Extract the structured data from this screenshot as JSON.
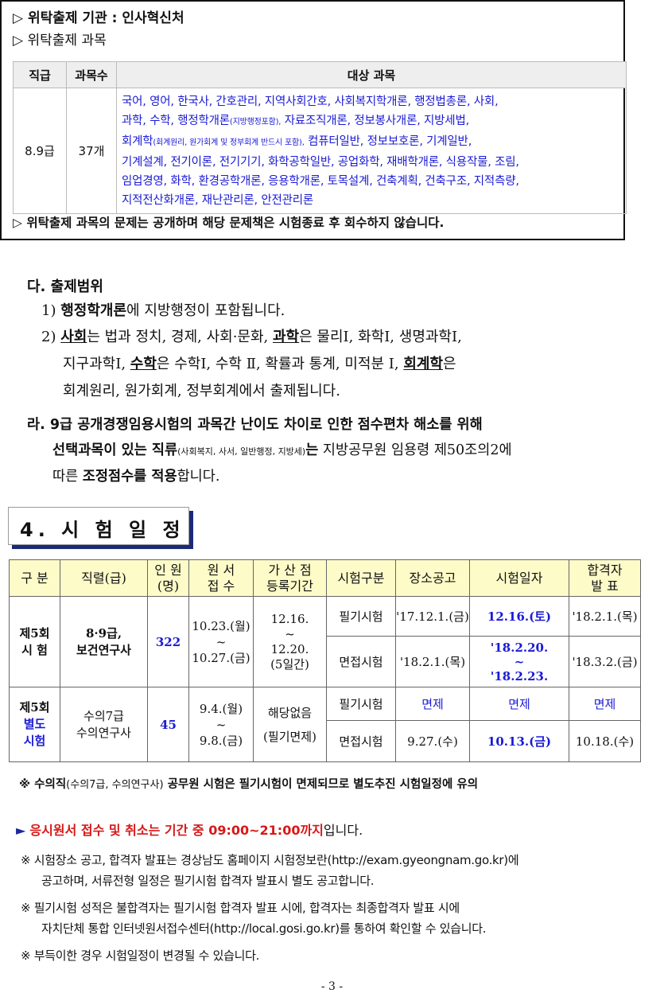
{
  "box1": {
    "org_line": "▷ 위탁출제 기관 : 인사혁신처",
    "subjects_line": "▷ 위탁출제 과목",
    "table": {
      "headers": [
        "직급",
        "과목수",
        "대상 과목"
      ],
      "row": {
        "grade": "8.9급",
        "count": "37개",
        "subjects_lines": [
          "국어, 영어, 한국사, 간호관리, 지역사회간호, 사회복지학개론, 행정법총론, 사회,",
          "과학, 수학, 행정학개론",
          "(지방행정포함),",
          " 자료조직개론, 정보봉사개론, 지방세법,",
          "회계학",
          "(회계원리, 원가회계 및 정부회계 반드시 포함),",
          " 컴퓨터일반, 정보보호론, 기계일반,",
          "기계설계, 전기이론, 전기기기, 화학공학일반, 공업화학, 재배학개론, 식용작물, 조림,",
          "임업경영, 화학, 환경공학개론, 응용학개론, 토목설계, 건축계획, 건축구조, 지적측량,",
          "지적전산화개론, 재난관리론, 안전관리론"
        ]
      }
    },
    "footer": "▷ 위탁출제 과목의 문제는 공개하며 해당 문제책은 시험종료 후 회수하지 않습니다."
  },
  "section_da": {
    "title": "다. 출제범위",
    "item1_num": "1)",
    "item1_bold": "행정학개론",
    "item1_rest": "에 지방행정이 포함됩니다.",
    "item2_num": "2)",
    "item2_parts": [
      "사회",
      "는 법과 정치, 경제, 사회·문화, ",
      "과학",
      "은 물리Ⅰ, 화학Ⅰ, 생명과학Ⅰ,"
    ],
    "item2_line2_parts": [
      "지구과학Ⅰ, ",
      "수학",
      "은 수학Ⅰ, 수학 Ⅱ, 확률과 통계, 미적분 Ⅰ, ",
      "회계학",
      "은"
    ],
    "item2_line3": "회계원리, 원가회계, 정부회계에서 출제됩니다."
  },
  "section_ra": {
    "line1": "라. 9급 공개경쟁임용시험의 과목간 난이도 차이로 인한 점수편차 해소를 위해",
    "line2_bold": "선택과목이 있는 직류",
    "line2_small": "(사회복지, 사서, 일반행정, 지방세)",
    "line2_bold2": "는",
    "line2_rest": " 지방공무원 임용령 제50조의2에",
    "line3_pre": "따른 ",
    "line3_bold": "조정점수를 적용",
    "line3_rest": "합니다."
  },
  "schedule_heading": "4. 시 험 일 정",
  "schedule": {
    "headers": [
      "구 분",
      "직렬(급)",
      "인 원\n(명)",
      "원 서\n접 수",
      "가 산 점\n등록기간",
      "시험구분",
      "장소공고",
      "시험일자",
      "합격자\n발  표"
    ],
    "round5_label": "제5회\n시  험",
    "round5_series": "8·9급,\n보건연구사",
    "round5_count": "322",
    "round5_apply": "10.23.(월)\n~\n10.27.(금)",
    "round5_bonus": "12.16.\n~\n12.20.\n(5일간)",
    "round5_rows": [
      {
        "type": "필기시험",
        "notice": "'17.12.1.(금)",
        "date": "12.16.(토)",
        "result": "'18.2.1.(목)"
      },
      {
        "type": "면접시험",
        "notice": "'18.2.1.(목)",
        "date": "'18.2.20.\n~\n'18.2.23.",
        "result": "'18.3.2.(금)"
      }
    ],
    "special_label_1": "제5회",
    "special_label_2": "별도\n시험",
    "special_series": "수의7급\n수의연구사",
    "special_count": "45",
    "special_apply": "9.4.(월)\n~\n9.8.(금)",
    "special_bonus_1": "해당없음",
    "special_bonus_2": "(필기면제)",
    "special_rows": [
      {
        "type": "필기시험",
        "notice": "면제",
        "date": "면제",
        "result": "면제"
      },
      {
        "type": "면접시험",
        "notice": "9.27.(수)",
        "date": "10.13.(금)",
        "result": "10.18.(수)"
      }
    ]
  },
  "note_vet": {
    "prefix": "※ 수의직",
    "small": "(수의7급, 수의연구사)",
    "rest": " 공무원 시험은 필기시험이 면제되므로 별도추진 시험일정에 유의"
  },
  "apply_notice": {
    "red": "응시원서 접수 및 취소는 기간 중 09:00~21:00까지",
    "rest": "입니다."
  },
  "notes": [
    "※ 시험장소 공고, 합격자 발표는 경상남도 홈페이지 시험정보란(http://exam.gyeongnam.go.kr)에",
    "공고하며, 서류전형 일정은 필기시험 합격자 발표시 별도 공고합니다.",
    "※ 필기시험 성적은 불합격자는 필기시험 합격자 발표 시에, 합격자는 최종합격자 발표 시에",
    "자치단체 통합 인터넷원서접수센터(http://local.gosi.go.kr)를 통하여 확인할 수 있습니다.",
    "※ 부득이한 경우 시험일정이 변경될 수 있습니다."
  ],
  "page_number": "- 3 -",
  "colors": {
    "blue": "#1a1ad6",
    "red": "#d81818",
    "header_bg": "#fdfcc8",
    "heading_shadow": "#1a2a7a"
  }
}
